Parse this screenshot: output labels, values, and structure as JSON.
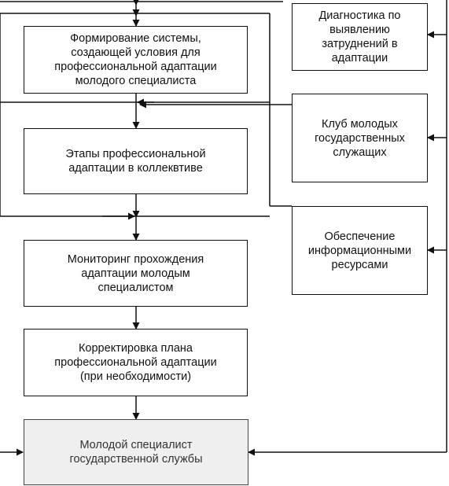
{
  "diagram": {
    "blocks": {
      "formation": "Формирование системы,\nсоздающей условия для\nпрофессиональной адаптации\nмолодого специалиста",
      "stages": "Этапы профессиональной\nадаптации в коллеквтиве",
      "monitoring": "Мониторинг прохождения\nадаптации молодым\nспециалистом",
      "correction": "Корректировка плана\nпрофессиональной адаптации\n(при необходимости)",
      "result": "Молодой специалист\nгосударственной службы"
    },
    "side_blocks": {
      "diagnostics": "Диагностика по\nвыявлению\nзатруднений в\nадаптации",
      "club": "Клуб молодых\nгосударственных\nслужащих",
      "resources": "Обеспечение\nинформационными\nресурсами"
    }
  }
}
